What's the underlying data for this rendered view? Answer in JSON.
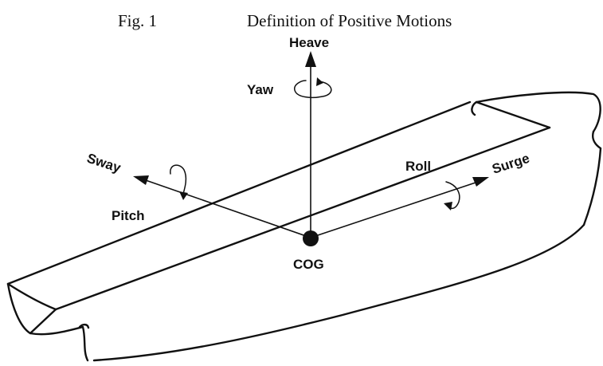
{
  "figure": {
    "number": "Fig. 1",
    "title": "Definition of Positive Motions"
  },
  "labels": {
    "heave": "Heave",
    "yaw": "Yaw",
    "sway": "Sway",
    "pitch": "Pitch",
    "roll": "Roll",
    "surge": "Surge",
    "cog": "COG"
  },
  "colors": {
    "ink": "#111111",
    "background": "#ffffff"
  }
}
